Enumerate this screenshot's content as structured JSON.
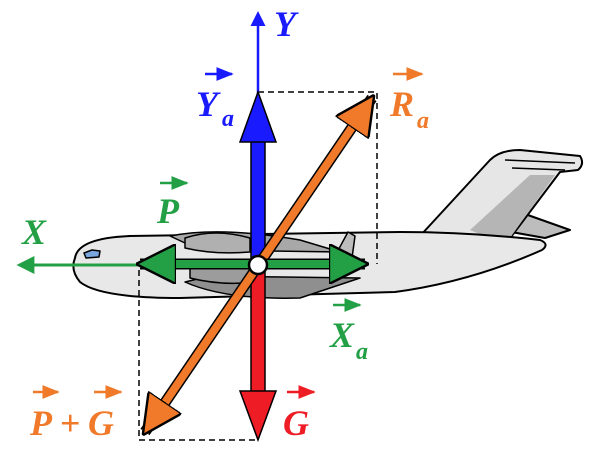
{
  "labels": {
    "axis_y": "Y",
    "axis_x": "X",
    "ya": "Y",
    "ya_sub": "a",
    "ra": "R",
    "ra_sub": "a",
    "p": "P",
    "xa": "X",
    "xa_sub": "a",
    "g": "G",
    "pg_p": "P",
    "pg_plus": "+",
    "pg_g": "G"
  },
  "colors": {
    "blue": "#1a1aff",
    "orange": "#f07a2a",
    "green": "#23a045",
    "red": "#ee1c24",
    "plane_body": "#e8e8e8",
    "plane_dark": "#9a9a9a",
    "outline": "#000000"
  },
  "icons": {
    "vector_arrow": "vector-overarrow-icon",
    "aircraft": "cargo-aircraft-icon"
  }
}
